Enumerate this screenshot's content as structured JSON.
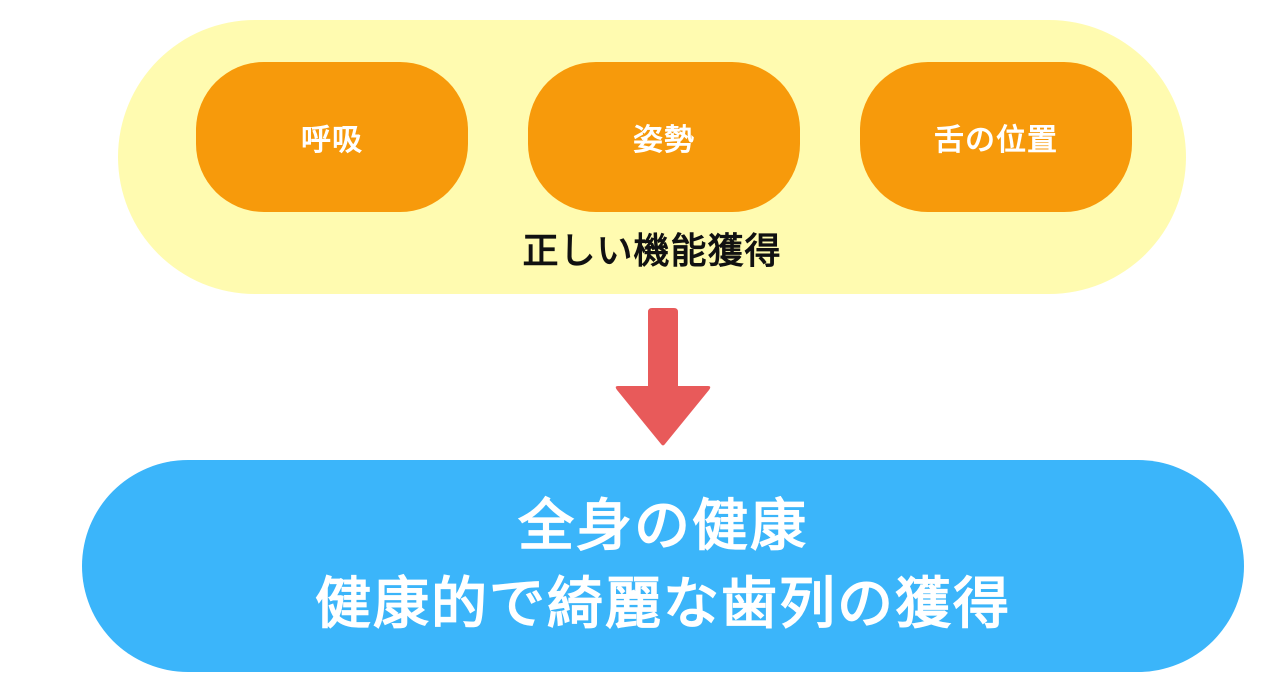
{
  "pills": [
    {
      "label": "呼吸"
    },
    {
      "label": "姿勢"
    },
    {
      "label": "舌の位置"
    }
  ],
  "top_group_label": "正しい機能獲得",
  "result": {
    "line1": "全身の健康",
    "line2": "健康的で綺麗な歯列の獲得"
  },
  "colors": {
    "capsule_bg": "#fffbb0",
    "pill_bg": "#f79a0b",
    "arrow": "#e85a5a",
    "result_bg": "#3bb5fa"
  }
}
